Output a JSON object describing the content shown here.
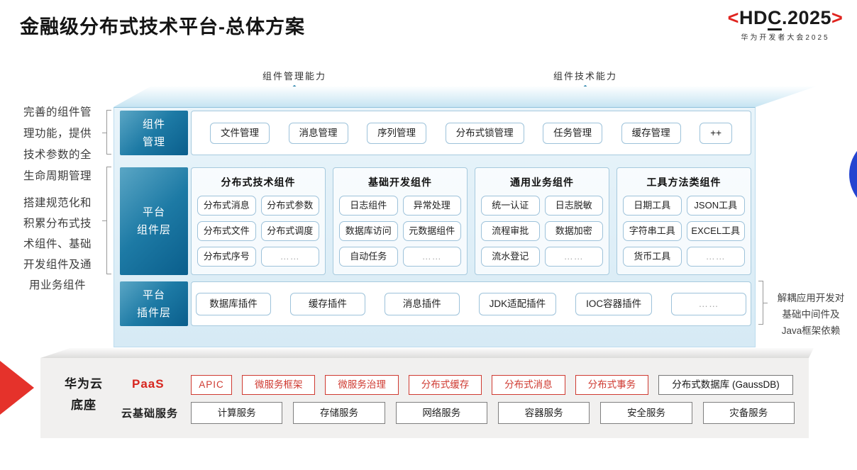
{
  "page": {
    "title": "金融级分布式技术平台-总体方案"
  },
  "logo": {
    "left_bracket": "<",
    "text_pre": "HD",
    "text_c": "C",
    "text_post": ".2025",
    "right_bracket": ">",
    "subtitle": "华为开发者大会2025"
  },
  "arrows": [
    {
      "label": "组件管理能力"
    },
    {
      "label": "组件技术能力"
    }
  ],
  "left_notes": [
    {
      "text": "完善的组件管\n理功能，提供\n技术参数的全\n生命周期管理"
    },
    {
      "text": "搭建规范化和\n积累分布式技\n术组件、基础\n开发组件及通\n用业务组件"
    }
  ],
  "right_note": {
    "text": "解耦应用开发对\n基础中间件及\nJava框架依赖"
  },
  "layers": {
    "component_mgmt": {
      "label": "组件\n管理",
      "items": [
        "文件管理",
        "消息管理",
        "序列管理",
        "分布式锁管理",
        "任务管理",
        "缓存管理",
        "++"
      ]
    },
    "platform_components": {
      "label": "平台\n组件层",
      "groups": [
        {
          "title": "分布式技术组件",
          "items": [
            "分布式消息",
            "分布式参数",
            "分布式文件",
            "分布式调度",
            "分布式序号",
            "……"
          ]
        },
        {
          "title": "基础开发组件",
          "items": [
            "日志组件",
            "异常处理",
            "数据库访问",
            "元数据组件",
            "自动任务",
            "……"
          ]
        },
        {
          "title": "通用业务组件",
          "items": [
            "统一认证",
            "日志脱敏",
            "流程审批",
            "数据加密",
            "流水登记",
            "……"
          ]
        },
        {
          "title": "工具方法类组件",
          "items": [
            "日期工具",
            "JSON工具",
            "字符串工具",
            "EXCEL工具",
            "货币工具",
            "……"
          ]
        }
      ]
    },
    "platform_plugins": {
      "label": "平台\n插件层",
      "items": [
        "数据库插件",
        "缓存插件",
        "消息插件",
        "JDK适配插件",
        "IOC容器插件",
        "……"
      ]
    }
  },
  "foundation": {
    "label": "华为云\n底座",
    "paas": {
      "label": "PaaS",
      "items": [
        "APIC",
        "微服务框架",
        "微服务治理",
        "分布式缓存",
        "分布式消息",
        "分布式事务"
      ],
      "db_item": "分布式数据库 (GaussDB)"
    },
    "cloud": {
      "label": "云基础服务",
      "items": [
        "计算服务",
        "存储服务",
        "网络服务",
        "容器服务",
        "安全服务",
        "灾备服务"
      ]
    }
  },
  "colors": {
    "accent_teal": "#1b7ba6",
    "label_gradient_dark": "#0a5e8c",
    "brand_red": "#d7261f",
    "paas_box_red": "#cf3a31",
    "circle_blue": "#2444d0",
    "panel_gray": "#f1f0ef"
  }
}
